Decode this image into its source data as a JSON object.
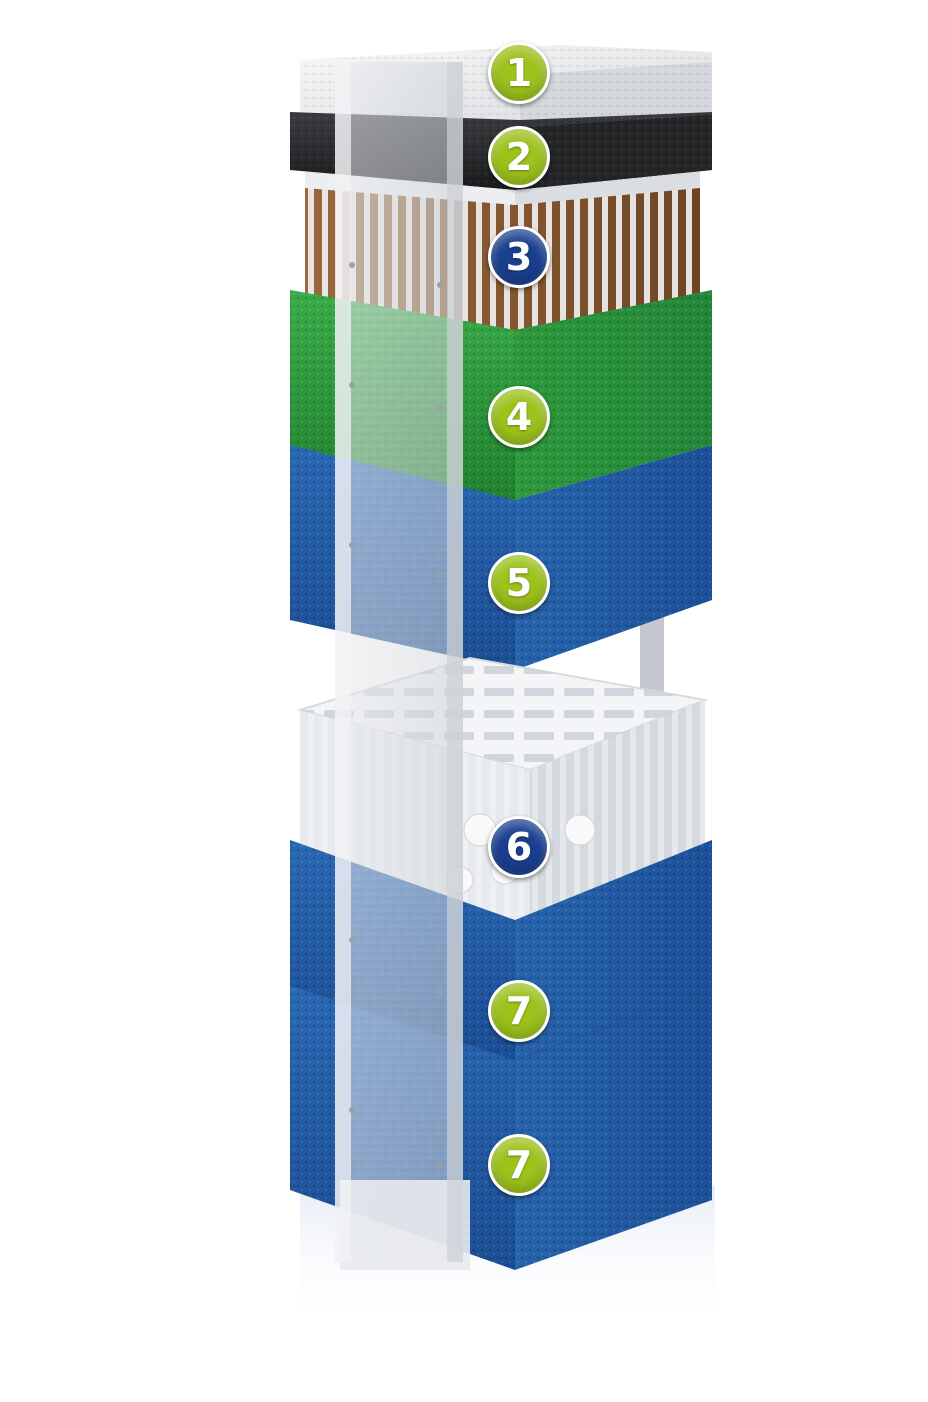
{
  "colors": {
    "badge_green": "#9cc21c",
    "badge_blue": "#1a3f8f",
    "foam_white": "#eef0f2",
    "foam_black": "#2a2c2e",
    "foam_green": "#2f9e3e",
    "foam_blue": "#2560a8",
    "frame": "#dfe2e6",
    "media_brown": "#8a5a32"
  },
  "layers": [
    {
      "label": "1",
      "material": "white-foam",
      "badge": "green"
    },
    {
      "label": "2",
      "material": "black-foam",
      "badge": "green"
    },
    {
      "label": "3",
      "material": "media-basket-brown",
      "badge": "blue"
    },
    {
      "label": "4",
      "material": "green-foam",
      "badge": "green"
    },
    {
      "label": "5",
      "material": "blue-foam",
      "badge": "green"
    },
    {
      "label": "6",
      "material": "media-basket-white",
      "badge": "blue"
    },
    {
      "label": "7",
      "material": "blue-foam",
      "badge": "green"
    },
    {
      "label": "7",
      "material": "blue-foam",
      "badge": "green"
    }
  ]
}
